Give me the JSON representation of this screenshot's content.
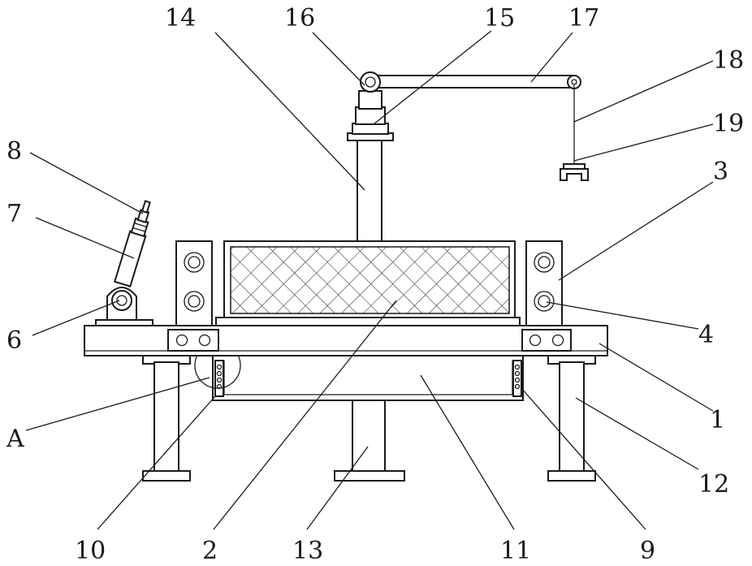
{
  "drawing": {
    "part_labels": {
      "p1": "1",
      "p2": "2",
      "p3": "3",
      "p4": "4",
      "p6": "6",
      "p7": "7",
      "p8": "8",
      "p9": "9",
      "p10": "10",
      "p11": "11",
      "p12": "12",
      "p13": "13",
      "p14": "14",
      "p15": "15",
      "p16": "16",
      "p17": "17",
      "p18": "18",
      "p19": "19",
      "pA": "A"
    }
  }
}
